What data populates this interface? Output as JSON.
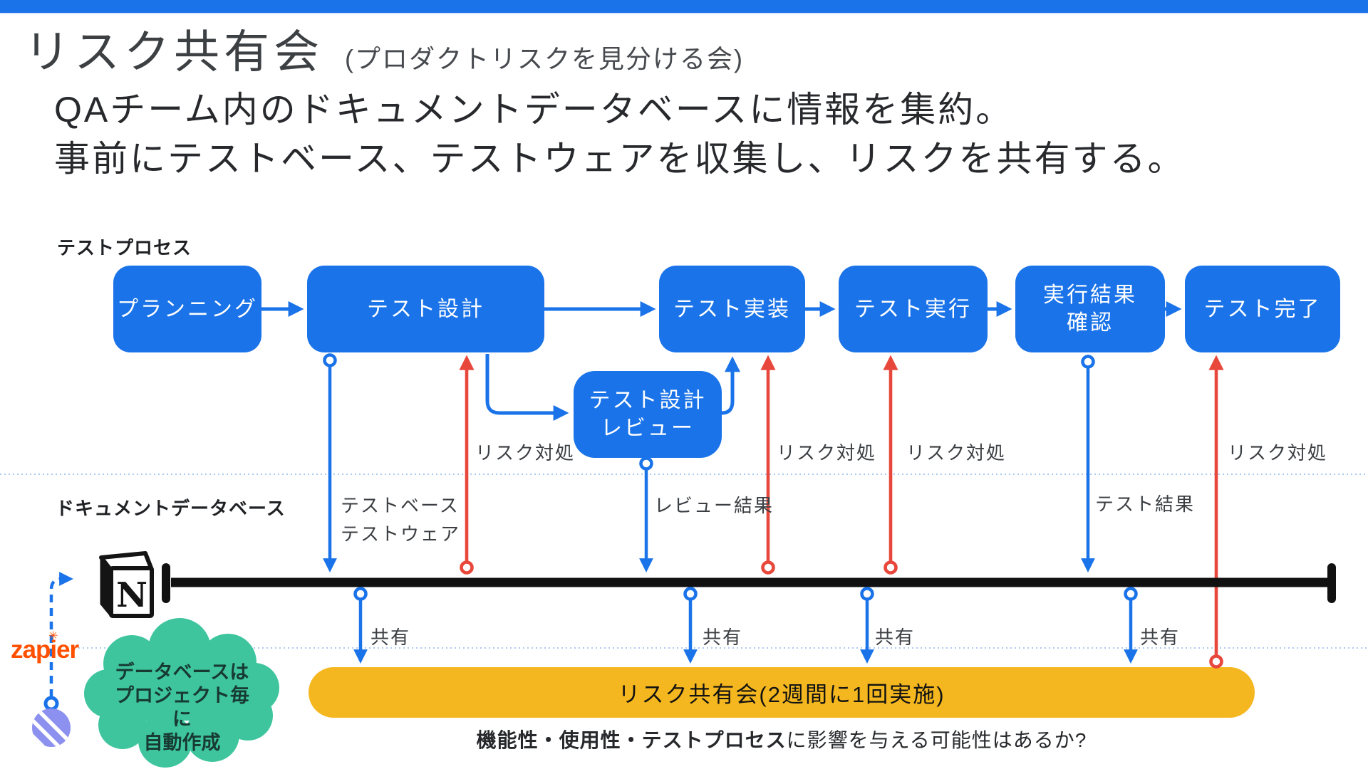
{
  "colors": {
    "primary_blue": "#1a73e8",
    "risk_red": "#e8483c",
    "meeting_yellow": "#f4b71f",
    "cloud_green": "#3ec59e",
    "ball_purple": "#8c90ee",
    "zapier_orange": "#ff4f00",
    "timeline_black": "#111111"
  },
  "header": {
    "title": "リスク共有会",
    "subtitle": "(プロダクトリスクを見分ける会)",
    "description_lines": [
      "QAチーム内のドキュメントデータベースに情報を集約。",
      "事前にテストベース、テストウェアを収集し、リスクを共有する。"
    ]
  },
  "process": {
    "section_label": "テストプロセス",
    "boxes": [
      {
        "id": "planning",
        "label": "プランニング"
      },
      {
        "id": "design",
        "label": "テスト設計"
      },
      {
        "id": "implement",
        "label": "テスト実装"
      },
      {
        "id": "execute",
        "label": "テスト実行"
      },
      {
        "id": "result-check",
        "line1": "実行結果",
        "line2": "確認"
      },
      {
        "id": "complete",
        "label": "テスト完了"
      }
    ],
    "review_box": {
      "line1": "テスト設計",
      "line2": "レビュー"
    },
    "risk_action_label": "リスク対処"
  },
  "database": {
    "section_label": "ドキュメントデータベース",
    "artifacts": {
      "test_base": "テストベース",
      "test_ware": "テストウェア",
      "review_result": "レビュー結果",
      "test_result": "テスト結果"
    },
    "share_label": "共有"
  },
  "tools": {
    "notion_letter": "N",
    "zapier_label": "zapier",
    "zapier_star": "✳",
    "cloud_note_lines": [
      "データベースは",
      "プロジェクト毎に",
      "自動作成"
    ]
  },
  "meeting": {
    "bar_label": "リスク共有会(2週間に1回実施)",
    "question_bold": "機能性・使用性・テストプロセス",
    "question_rest": "に影響を与える可能性はあるか?"
  }
}
